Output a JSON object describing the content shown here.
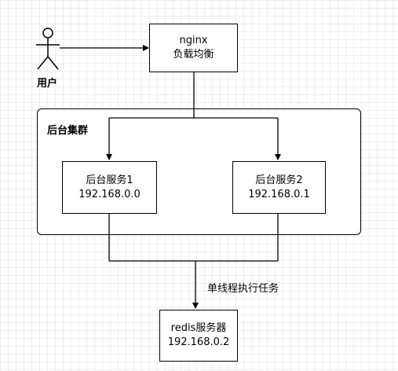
{
  "actor": {
    "label": "用户"
  },
  "nginx": {
    "line1": "nginx",
    "line2": "负载均衡"
  },
  "cluster": {
    "title": "后台集群"
  },
  "service1": {
    "name": "后台服务1",
    "ip": "192.168.0.0"
  },
  "service2": {
    "name": "后台服务2",
    "ip": "192.168.0.1"
  },
  "edge_label": "单线程执行任务",
  "redis": {
    "name": "redis服务器",
    "ip": "192.168.0.2"
  }
}
